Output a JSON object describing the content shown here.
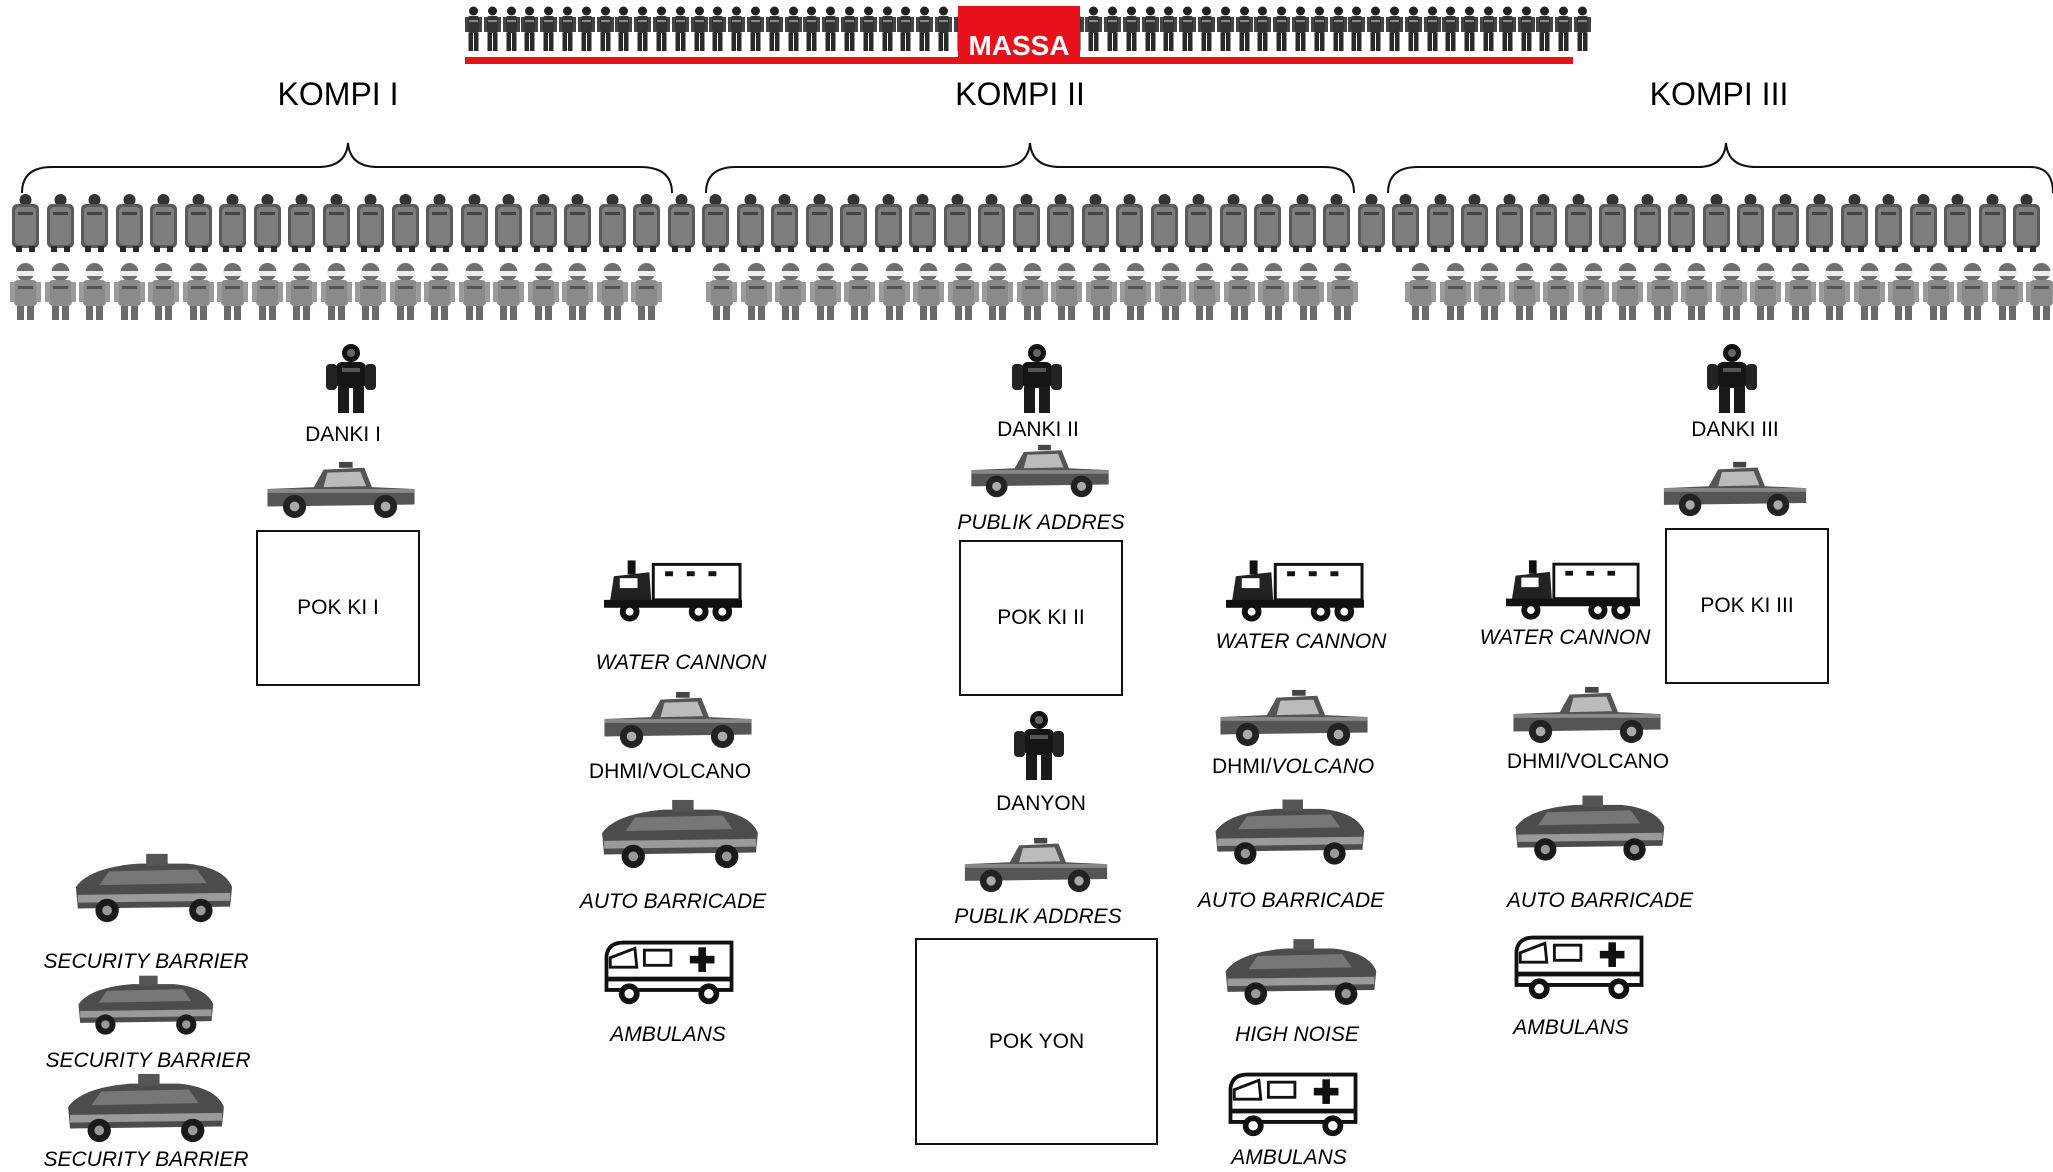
{
  "massa": {
    "label": "MASSA"
  },
  "kompi": [
    {
      "title": "KOMPI I",
      "danki": "DANKI I",
      "pok": "POK KI I"
    },
    {
      "title": "KOMPI II",
      "danki": "DANKI II",
      "pok": "POK KI II",
      "vehicle_label": "PUBLIK ADDRES"
    },
    {
      "title": "KOMPI III",
      "danki": "DANKI III",
      "pok": "POK KI III"
    }
  ],
  "left_column": [
    "SECURITY BARRIER",
    "SECURITY BARRIER",
    "SECURITY BARRIER"
  ],
  "support_col1": {
    "water": "WATER CANNON",
    "dhmi": "DHMI/VOLCANO",
    "auto": "AUTO BARRICADE",
    "amb": "AMBULANS"
  },
  "batalyon": {
    "danyon": "DANYON",
    "vehicle_label": "PUBLIK ADDRES",
    "pok": "POK YON"
  },
  "support_col2": {
    "water": "WATER CANNON",
    "dhmi_a": "DHMI/",
    "dhmi_b": "VOLCANO",
    "auto": "AUTO BARRICADE",
    "noise": "HIGH NOISE",
    "amb": "AMBULANS"
  },
  "support_col3": {
    "water": "WATER CANNON",
    "dhmi": "DHMI/VOLCANO",
    "auto": "AUTO BARRICADE",
    "amb": "AMBULANS"
  },
  "icons": {
    "crowd": "crowd-person-icon",
    "shield": "riot-shield-soldier-icon",
    "soldier": "soldier-icon",
    "commander": "commander-figure-icon",
    "pickup": "pickup-truck-icon",
    "water_cannon": "water-cannon-truck-icon",
    "armored": "armored-vehicle-icon",
    "ambulance": "ambulance-icon"
  },
  "colors": {
    "massa_red": "#e8101a"
  }
}
